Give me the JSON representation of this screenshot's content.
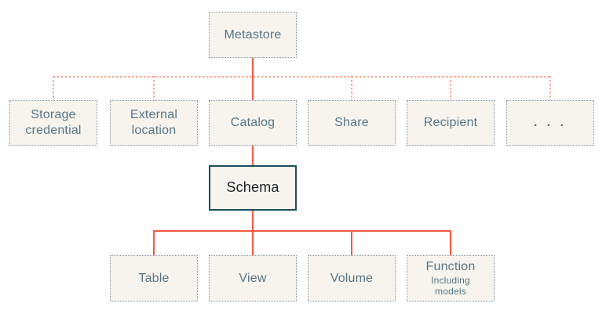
{
  "diagram": {
    "type": "hierarchy",
    "description": "Metastore object model tree",
    "nodes": {
      "metastore": "Metastore",
      "storage_credential": "Storage credential",
      "external_location": "External location",
      "catalog": "Catalog",
      "share": "Share",
      "recipient": "Recipient",
      "ellipsis": ". . .",
      "schema": "Schema",
      "table": "Table",
      "view": "View",
      "volume": "Volume",
      "function": "Function",
      "function_note": "Including models"
    },
    "edges": [
      {
        "from": "metastore",
        "to": "catalog",
        "style": "solid"
      },
      {
        "from": "metastore",
        "to": "storage_credential",
        "style": "dashed"
      },
      {
        "from": "metastore",
        "to": "external_location",
        "style": "dashed"
      },
      {
        "from": "metastore",
        "to": "share",
        "style": "dashed"
      },
      {
        "from": "metastore",
        "to": "recipient",
        "style": "dashed"
      },
      {
        "from": "metastore",
        "to": "ellipsis",
        "style": "dashed"
      },
      {
        "from": "catalog",
        "to": "schema",
        "style": "solid"
      },
      {
        "from": "schema",
        "to": "table",
        "style": "solid"
      },
      {
        "from": "schema",
        "to": "view",
        "style": "solid"
      },
      {
        "from": "schema",
        "to": "volume",
        "style": "solid"
      },
      {
        "from": "schema",
        "to": "function",
        "style": "solid"
      }
    ]
  },
  "colors": {
    "canvas_bg": "#ffffff",
    "box_fill": "#f7f4ee",
    "box_border": "#8096a3",
    "box_text": "#567585",
    "schema_border": "#1c4d5e",
    "schema_text": "#1d2329",
    "line_solid": "#f75a40",
    "line_dashed": "#f9a494"
  }
}
